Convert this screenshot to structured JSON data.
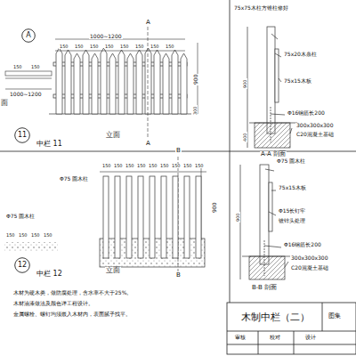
{
  "diagram": {
    "title": "木制中栏（二）",
    "nodes": [
      {
        "text": [
          "A"
        ]
      },
      {
        "text": [
          "11"
        ]
      },
      {
        "text": [
          "12"
        ]
      }
    ],
    "labels": [
      "1000~1200",
      "150",
      "150",
      "150",
      "150",
      "150",
      "150",
      "150",
      "150",
      "A",
      "A",
      "150",
      "150",
      "1000~1200",
      "面",
      "900",
      "300",
      "立面",
      "中栏 11",
      "150",
      "150",
      "150",
      "150",
      "150",
      "150",
      "150",
      "150",
      "150",
      "B",
      "B",
      "Φ75 圆木柱",
      "Φ75 圆木柱",
      "150",
      "150",
      "150",
      "150",
      "900",
      "立面",
      "中栏 12",
      "75x75木柱方锥柱修好",
      "75x20木条柱",
      "75x15木板",
      "Φ16钢筋长200",
      "300x300x300",
      "C20混凝土基础",
      "A-A 剖面",
      "900",
      "400",
      "Φ75 圆木柱",
      "75x15木板",
      "Φ15长钉牢",
      "镀锌头处理",
      "Φ16钢筋长200",
      "300x300x300",
      "C20混凝土基础",
      "B-B 剖面",
      "900",
      "木材为硬木类，做防腐处理，含水率不大于25%。",
      "木材油漆做法及颜色详工程设计。",
      "金属螺栓、螺钉均须嵌入木材内，表面腻子找平。",
      "图集",
      "审核",
      "校对",
      "设计"
    ]
  }
}
